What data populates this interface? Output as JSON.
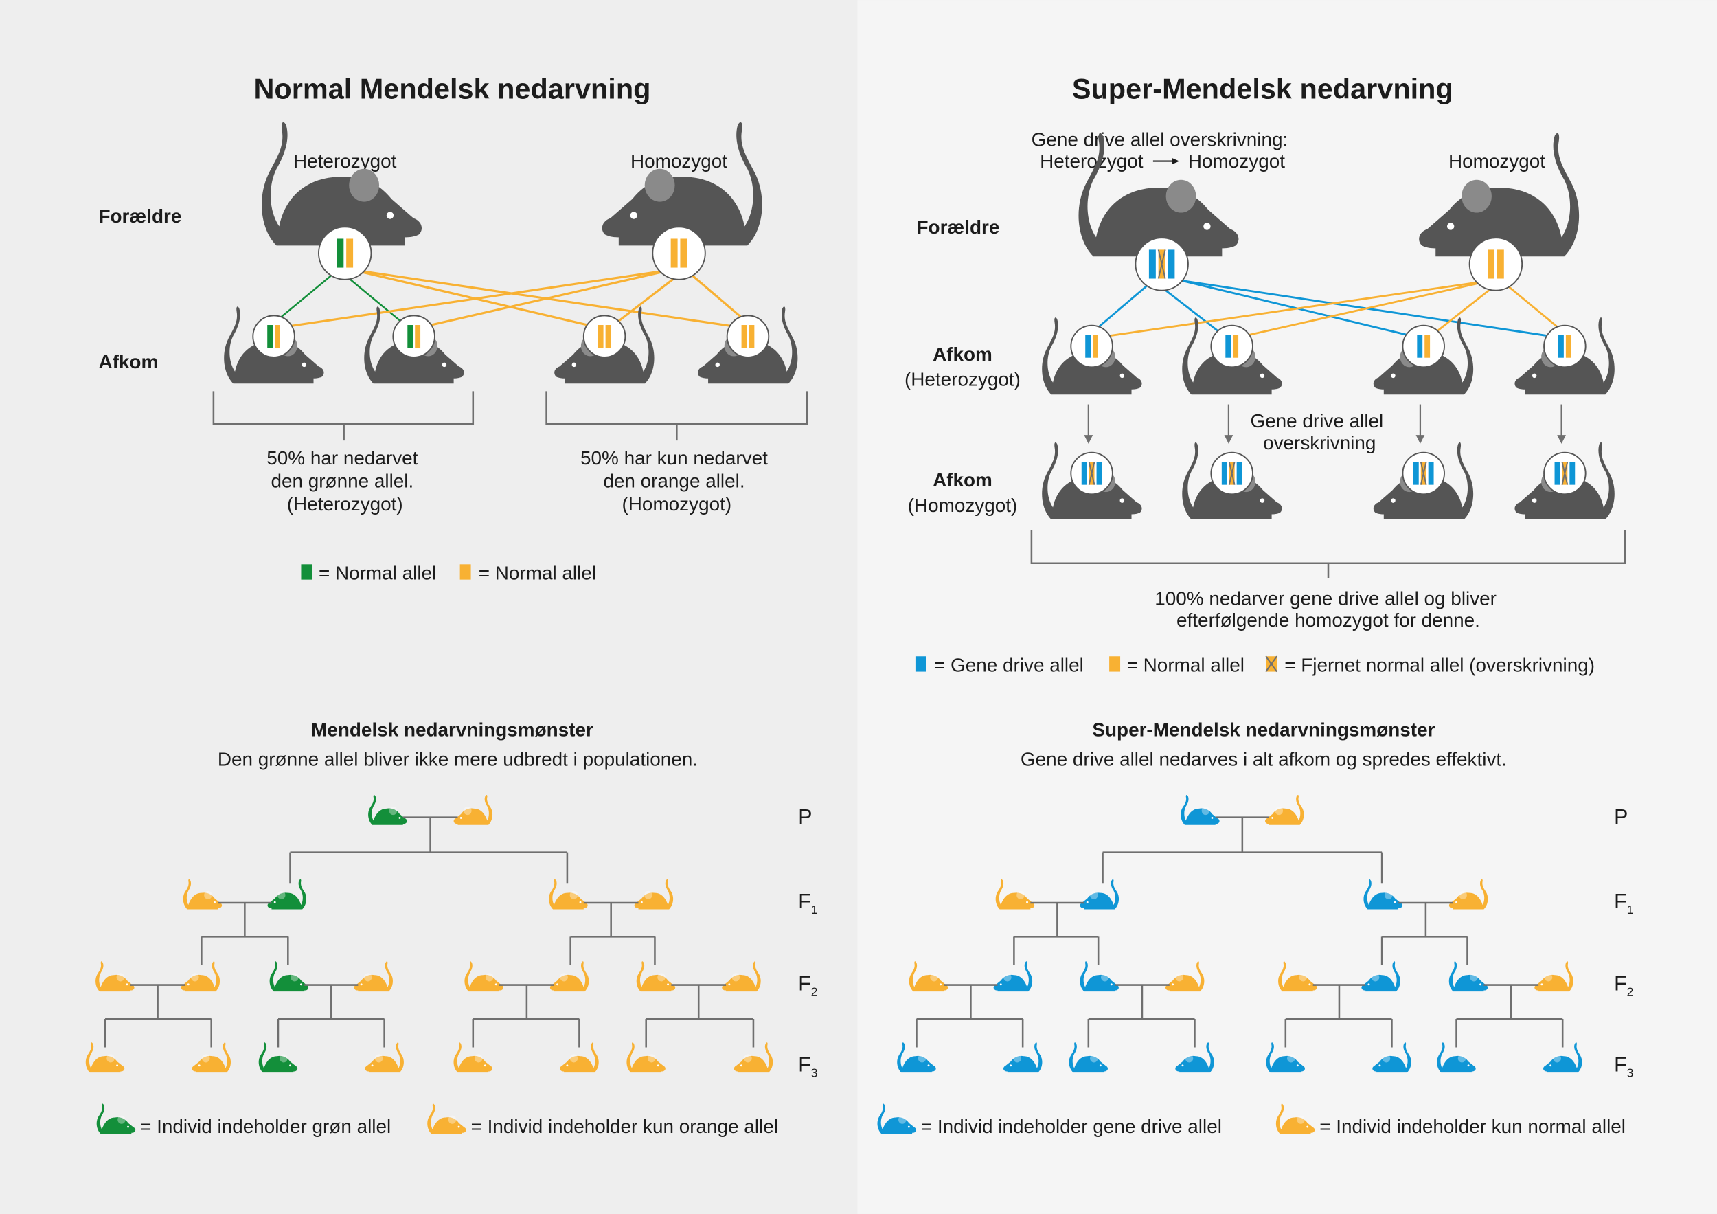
{
  "colors": {
    "left_bg": "#eeeeee",
    "right_bg": "#f5f5f5",
    "green": "#138f3a",
    "orange": "#f8b133",
    "blue": "#0f96d6",
    "mouse_dark": "#555555",
    "mouse_ear": "#8a8a8a",
    "line_gray": "#6f6f6f",
    "text": "#1c1c1c"
  },
  "left": {
    "title": "Normal Mendelsk nedarvning",
    "parent_labels": {
      "heterozygous": "Heterozygot",
      "homozygous": "Homozygot"
    },
    "row_labels": {
      "parents": "Forældre",
      "offspring": "Afkom"
    },
    "parents": [
      {
        "genotype": [
          "green",
          "orange"
        ],
        "crossed": false
      },
      {
        "genotype": [
          "orange",
          "orange"
        ],
        "crossed": false
      }
    ],
    "offspring": [
      {
        "genotype": [
          "green",
          "orange"
        ]
      },
      {
        "genotype": [
          "green",
          "orange"
        ]
      },
      {
        "genotype": [
          "orange",
          "orange"
        ]
      },
      {
        "genotype": [
          "orange",
          "orange"
        ]
      }
    ],
    "summary_left": [
      "50% har nedarvet",
      "den grønne allel.",
      "(Heterozygot)"
    ],
    "summary_right": [
      "50% har kun nedarvet",
      "den orange allel.",
      "(Homozygot)"
    ],
    "legend": [
      {
        "color": "green",
        "label": "= Normal allel"
      },
      {
        "color": "orange",
        "label": "= Normal allel"
      }
    ],
    "pattern_title": "Mendelsk nedarvningsmønster",
    "pattern_subtitle": "Den grønne allel bliver ikke mere udbredt i populationen.",
    "tree": {
      "P": [
        "green",
        "orange"
      ],
      "F1": [
        "orange",
        "green",
        "orange",
        "orange"
      ],
      "F2": [
        "orange",
        "orange",
        "green",
        "orange",
        "orange",
        "orange",
        "orange",
        "orange"
      ],
      "F3": [
        "orange",
        "orange",
        "green",
        "orange",
        "orange",
        "orange",
        "orange",
        "orange"
      ]
    },
    "tree_legend": [
      {
        "color": "green",
        "label": "= Individ indeholder grøn allel"
      },
      {
        "color": "orange",
        "label": "= Individ indeholder kun orange allel"
      }
    ]
  },
  "right": {
    "title": "Super-Mendelsk nedarvning",
    "overwrite_caption_line1": "Gene drive allel overskrivning:",
    "overwrite_caption_from": "Heterozygot",
    "overwrite_caption_arrow": "→",
    "overwrite_caption_to": "Homozygot",
    "homozygous_label": "Homozygot",
    "row_labels": {
      "parents": "Forældre",
      "offspring_het": "Afkom",
      "offspring_het_sub": "(Heterozygot)",
      "offspring_hom": "Afkom",
      "offspring_hom_sub": "(Homozygot)"
    },
    "parents": [
      {
        "genotype": [
          "blue",
          "orange",
          "blue"
        ],
        "crossed": true
      },
      {
        "genotype": [
          "orange",
          "orange"
        ],
        "crossed": false
      }
    ],
    "offspring_het": [
      {
        "genotype": [
          "blue",
          "orange"
        ]
      },
      {
        "genotype": [
          "blue",
          "orange"
        ]
      },
      {
        "genotype": [
          "blue",
          "orange"
        ]
      },
      {
        "genotype": [
          "blue",
          "orange"
        ]
      }
    ],
    "offspring_hom": [
      {
        "genotype": [
          "blue",
          "orange",
          "blue"
        ],
        "crossed": true
      },
      {
        "genotype": [
          "blue",
          "orange",
          "blue"
        ],
        "crossed": true
      },
      {
        "genotype": [
          "blue",
          "orange",
          "blue"
        ],
        "crossed": true
      },
      {
        "genotype": [
          "blue",
          "orange",
          "blue"
        ],
        "crossed": true
      }
    ],
    "arrow_caption": [
      "Gene drive allel",
      "overskrivning"
    ],
    "summary": [
      "100% nedarver gene drive allel og bliver",
      "efterfølgende homozygot for denne."
    ],
    "legend": [
      {
        "color": "blue",
        "label": "= Gene drive allel",
        "crossed": false
      },
      {
        "color": "orange",
        "label": "= Normal allel",
        "crossed": false
      },
      {
        "color": "orange",
        "label": "= Fjernet normal allel (overskrivning)",
        "crossed": true
      }
    ],
    "pattern_title": "Super-Mendelsk nedarvningsmønster",
    "pattern_subtitle": "Gene drive allel nedarves i alt afkom og spredes effektivt.",
    "tree": {
      "P": [
        "blue",
        "orange"
      ],
      "F1": [
        "orange",
        "blue",
        "blue",
        "orange"
      ],
      "F2": [
        "orange",
        "blue",
        "blue",
        "orange",
        "orange",
        "blue",
        "blue",
        "orange"
      ],
      "F3": [
        "blue",
        "blue",
        "blue",
        "blue",
        "blue",
        "blue",
        "blue",
        "blue"
      ]
    },
    "tree_legend": [
      {
        "color": "blue",
        "label": "= Individ indeholder gene drive allel"
      },
      {
        "color": "orange",
        "label": "= Individ indeholder kun normal allel"
      }
    ]
  },
  "generation_labels": {
    "P": "P",
    "F": "F",
    "F1_sub": "1",
    "F2_sub": "2",
    "F3_sub": "3"
  }
}
